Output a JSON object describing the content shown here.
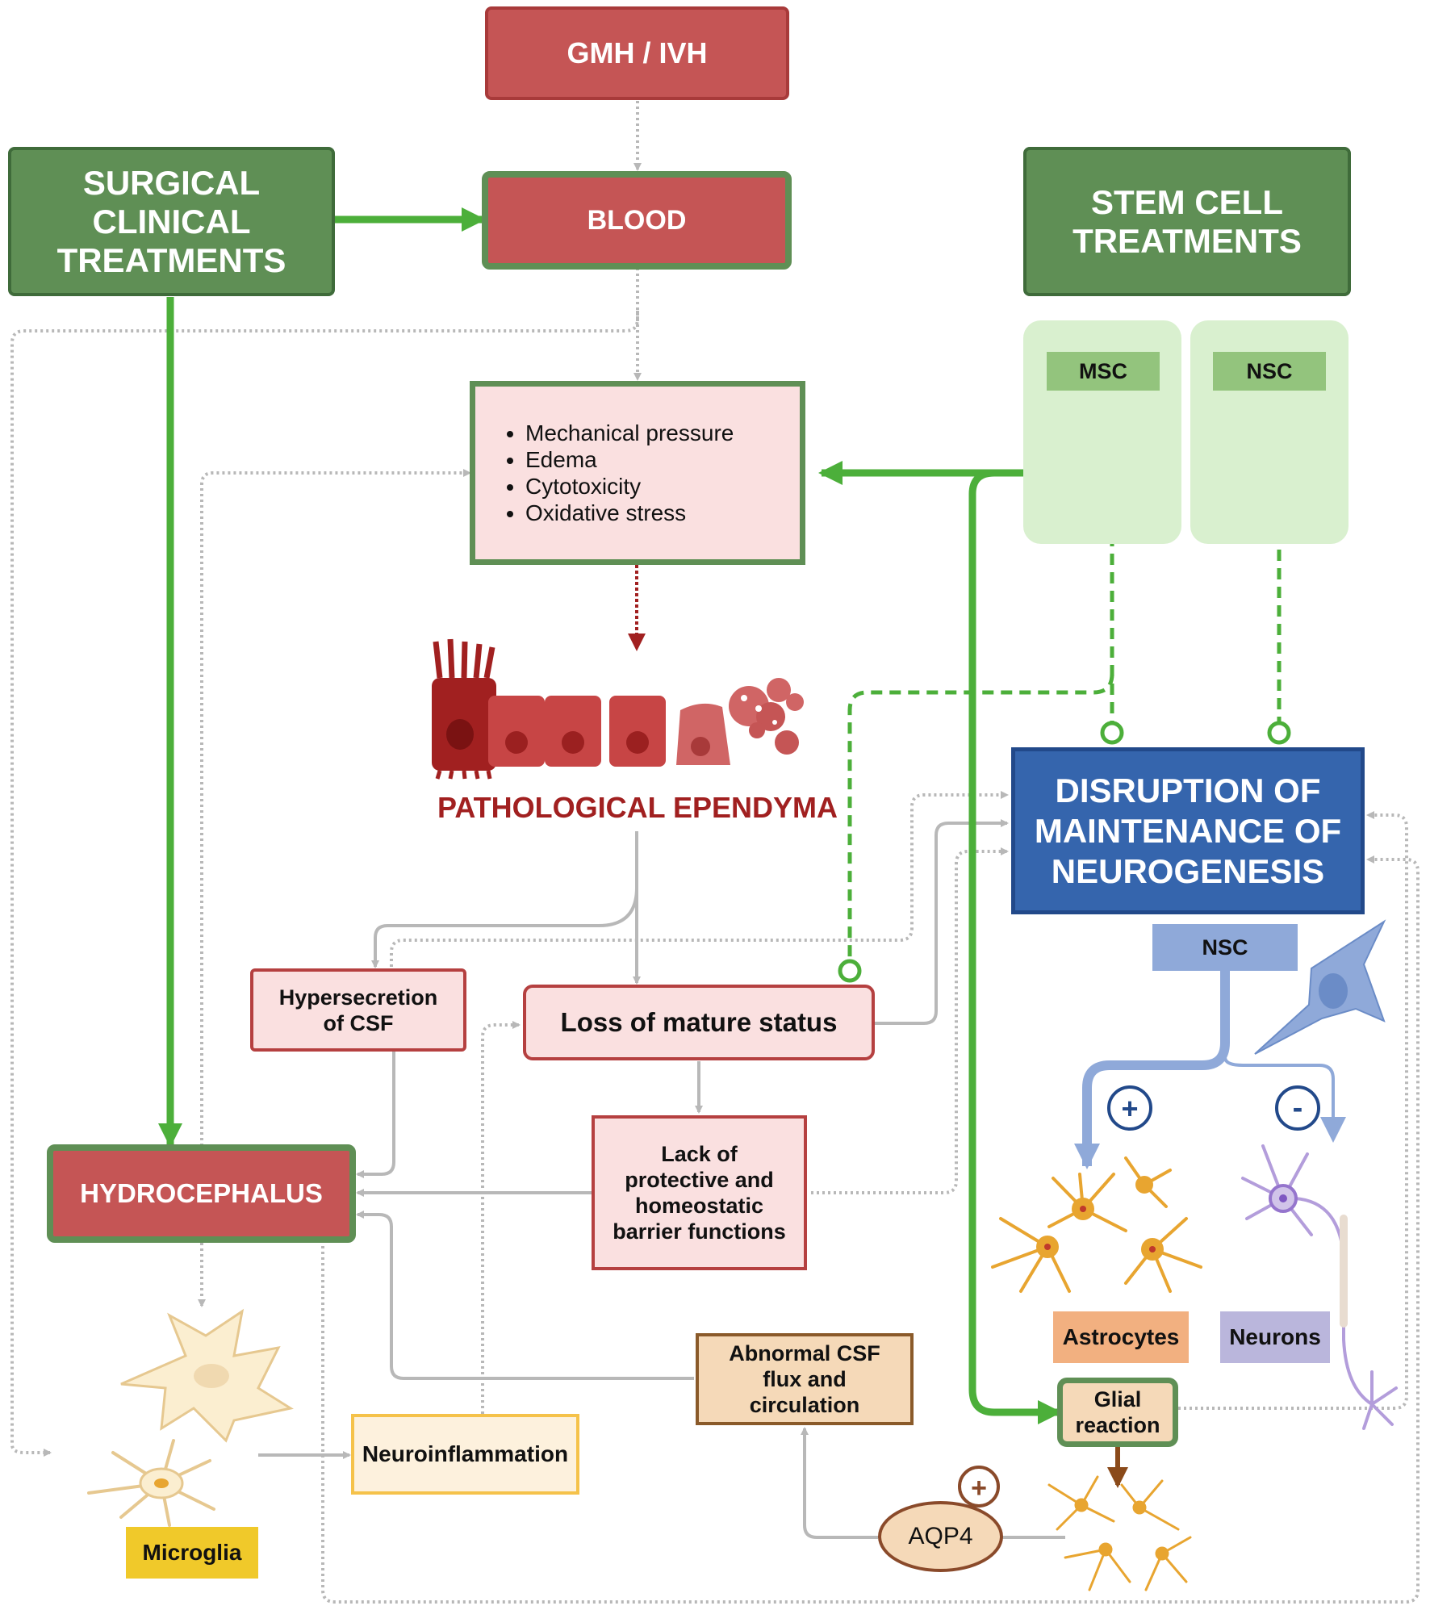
{
  "nodes": {
    "gmh_ivh": "GMH / IVH",
    "blood": "BLOOD",
    "surgical": [
      "SURGICAL",
      "CLINICAL",
      "TREATMENTS"
    ],
    "stem_cell": [
      "STEM CELL",
      "TREATMENTS"
    ],
    "msc": "MSC",
    "nsc_top": "NSC",
    "damage_list": [
      "Mechanical pressure",
      "Edema",
      "Cytotoxicity",
      "Oxidative stress"
    ],
    "pathological_ependyma": "PATHOLOGICAL EPENDYMA",
    "disruption": [
      "DISRUPTION OF",
      "MAINTENANCE OF",
      "NEUROGENESIS"
    ],
    "nsc_mid": "NSC",
    "hypersecretion": [
      "Hypersecretion",
      "of CSF"
    ],
    "loss_mature": "Loss of mature status",
    "lack_barrier": [
      "Lack of",
      "protective and",
      "homeostatic",
      "barrier functions"
    ],
    "hydrocephalus": "HYDROCEPHALUS",
    "abnormal_csf": [
      "Abnormal CSF",
      "flux and",
      "circulation"
    ],
    "neuroinflammation": "Neuroinflammation",
    "microglia": "Microglia",
    "astrocytes": "Astrocytes",
    "neurons": "Neurons",
    "glial_reaction": [
      "Glial",
      "reaction"
    ],
    "aqp4": "AQP4",
    "plus_sign": "+",
    "minus_sign": "-"
  },
  "colors": {
    "injury_red": "#c55555",
    "treatment_green": "#5f8f55",
    "inhibition_green": "#4caf3a",
    "neurogenesis_blue": "#3565ad",
    "ependyma_red": "#a12020",
    "connector_gray": "#b8b8b8"
  },
  "icons": {
    "msc_cell": "mesenchymal-stem-cell-icon",
    "nsc_cell": "neural-stem-cell-icon",
    "ependyma": "ependymal-cells-icon",
    "astrocyte": "astrocyte-icon",
    "neuron": "neuron-icon",
    "microglia": "microglia-icon",
    "reactive_glia": "reactive-glia-icon"
  }
}
